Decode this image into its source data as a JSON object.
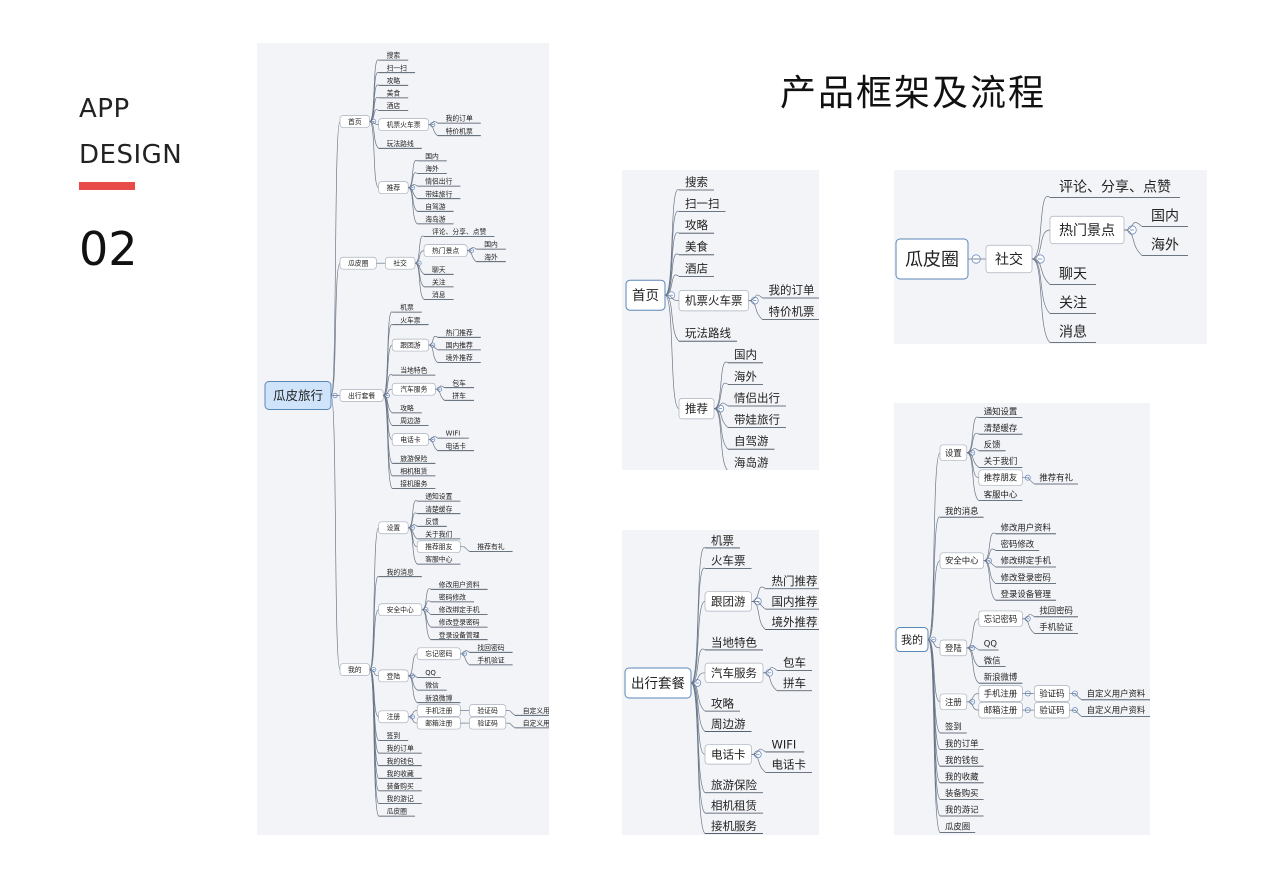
{
  "side": {
    "line1": "APP",
    "line2": "DESIGN",
    "number": "02",
    "accent_color": "#e94b4b"
  },
  "heading": "产品框架及流程",
  "colors": {
    "panel_bg": "#f3f4f7",
    "line": "#6b7788",
    "collapse": "#6e8fc2",
    "root_fill": "#cfe4fa"
  },
  "mindmaps": [
    {
      "id": "full",
      "root": {
        "label": "瓜皮旅行",
        "children": [
          {
            "label": "首页",
            "children": [
              {
                "label": "搜索"
              },
              {
                "label": "扫一扫"
              },
              {
                "label": "攻略"
              },
              {
                "label": "美食"
              },
              {
                "label": "酒店"
              },
              {
                "label": "机票火车票",
                "children": [
                  {
                    "label": "我的订单"
                  },
                  {
                    "label": "特价机票"
                  }
                ]
              },
              {
                "label": "玩法路线"
              },
              {
                "label": "推荐",
                "children": [
                  {
                    "label": "国内"
                  },
                  {
                    "label": "海外"
                  },
                  {
                    "label": "情侣出行"
                  },
                  {
                    "label": "带娃旅行"
                  },
                  {
                    "label": "自驾游"
                  },
                  {
                    "label": "海岛游"
                  }
                ]
              }
            ]
          },
          {
            "label": "瓜皮圈",
            "children": [
              {
                "label": "社交",
                "children": [
                  {
                    "label": "评论、分享、点赞"
                  },
                  {
                    "label": "热门景点",
                    "children": [
                      {
                        "label": "国内"
                      },
                      {
                        "label": "海外"
                      }
                    ]
                  },
                  {
                    "label": "聊天"
                  },
                  {
                    "label": "关注"
                  },
                  {
                    "label": "消息"
                  }
                ]
              }
            ]
          },
          {
            "label": "出行套餐",
            "children": [
              {
                "label": "机票"
              },
              {
                "label": "火车票"
              },
              {
                "label": "跟团游",
                "children": [
                  {
                    "label": "热门推荐"
                  },
                  {
                    "label": "国内推荐"
                  },
                  {
                    "label": "境外推荐"
                  }
                ]
              },
              {
                "label": "当地特色"
              },
              {
                "label": "汽车服务",
                "children": [
                  {
                    "label": "包车"
                  },
                  {
                    "label": "拼车"
                  }
                ]
              },
              {
                "label": "攻略"
              },
              {
                "label": "周边游"
              },
              {
                "label": "电话卡",
                "children": [
                  {
                    "label": "WIFI"
                  },
                  {
                    "label": "电话卡"
                  }
                ]
              },
              {
                "label": "旅游保险"
              },
              {
                "label": "相机租赁"
              },
              {
                "label": "接机服务"
              }
            ]
          },
          {
            "label": "我的",
            "children": [
              {
                "label": "设置",
                "children": [
                  {
                    "label": "通知设置"
                  },
                  {
                    "label": "清楚缓存"
                  },
                  {
                    "label": "反馈"
                  },
                  {
                    "label": "关于我们"
                  },
                  {
                    "label": "推荐朋友",
                    "children": [
                      {
                        "label": "推荐有礼"
                      }
                    ]
                  },
                  {
                    "label": "客服中心"
                  }
                ]
              },
              {
                "label": "我的消息"
              },
              {
                "label": "安全中心",
                "children": [
                  {
                    "label": "修改用户资料"
                  },
                  {
                    "label": "密码修改"
                  },
                  {
                    "label": "修改绑定手机"
                  },
                  {
                    "label": "修改登录密码"
                  },
                  {
                    "label": "登录设备管理"
                  }
                ]
              },
              {
                "label": "登陆",
                "children": [
                  {
                    "label": "忘记密码",
                    "children": [
                      {
                        "label": "找回密码"
                      },
                      {
                        "label": "手机验证"
                      }
                    ]
                  },
                  {
                    "label": "QQ"
                  },
                  {
                    "label": "微信"
                  },
                  {
                    "label": "新浪微博"
                  }
                ]
              },
              {
                "label": "注册",
                "children": [
                  {
                    "label": "手机注册",
                    "children": [
                      {
                        "label": "验证码",
                        "children": [
                          {
                            "label": "自定义用户资料"
                          }
                        ]
                      }
                    ]
                  },
                  {
                    "label": "邮箱注册",
                    "children": [
                      {
                        "label": "验证码",
                        "children": [
                          {
                            "label": "自定义用户资料"
                          }
                        ]
                      }
                    ]
                  }
                ]
              },
              {
                "label": "签到"
              },
              {
                "label": "我的订单"
              },
              {
                "label": "我的钱包"
              },
              {
                "label": "我的收藏"
              },
              {
                "label": "装备购买"
              },
              {
                "label": "我的游记"
              },
              {
                "label": "瓜皮圈"
              }
            ]
          }
        ]
      }
    },
    {
      "id": "home",
      "root": {
        "label": "首页",
        "children": [
          {
            "label": "搜索"
          },
          {
            "label": "扫一扫"
          },
          {
            "label": "攻略"
          },
          {
            "label": "美食"
          },
          {
            "label": "酒店"
          },
          {
            "label": "机票火车票",
            "children": [
              {
                "label": "我的订单"
              },
              {
                "label": "特价机票"
              }
            ]
          },
          {
            "label": "玩法路线"
          },
          {
            "label": "推荐",
            "children": [
              {
                "label": "国内"
              },
              {
                "label": "海外"
              },
              {
                "label": "情侣出行"
              },
              {
                "label": "带娃旅行"
              },
              {
                "label": "自驾游"
              },
              {
                "label": "海岛游"
              }
            ]
          }
        ]
      }
    },
    {
      "id": "circle",
      "root": {
        "label": "瓜皮圈",
        "children": [
          {
            "label": "社交",
            "children": [
              {
                "label": "评论、分享、点赞"
              },
              {
                "label": "热门景点",
                "children": [
                  {
                    "label": "国内"
                  },
                  {
                    "label": "海外"
                  }
                ]
              },
              {
                "label": "聊天"
              },
              {
                "label": "关注"
              },
              {
                "label": "消息"
              }
            ]
          }
        ]
      }
    },
    {
      "id": "travel",
      "root": {
        "label": "出行套餐",
        "children": [
          {
            "label": "机票"
          },
          {
            "label": "火车票"
          },
          {
            "label": "跟团游",
            "children": [
              {
                "label": "热门推荐"
              },
              {
                "label": "国内推荐"
              },
              {
                "label": "境外推荐"
              }
            ]
          },
          {
            "label": "当地特色"
          },
          {
            "label": "汽车服务",
            "children": [
              {
                "label": "包车"
              },
              {
                "label": "拼车"
              }
            ]
          },
          {
            "label": "攻略"
          },
          {
            "label": "周边游"
          },
          {
            "label": "电话卡",
            "children": [
              {
                "label": "WIFI"
              },
              {
                "label": "电话卡"
              }
            ]
          },
          {
            "label": "旅游保险"
          },
          {
            "label": "相机租赁"
          },
          {
            "label": "接机服务"
          }
        ]
      }
    },
    {
      "id": "mine",
      "root": {
        "label": "我的",
        "children": [
          {
            "label": "设置",
            "children": [
              {
                "label": "通知设置"
              },
              {
                "label": "清楚缓存"
              },
              {
                "label": "反馈"
              },
              {
                "label": "关于我们"
              },
              {
                "label": "推荐朋友",
                "children": [
                  {
                    "label": "推荐有礼"
                  }
                ]
              },
              {
                "label": "客服中心"
              }
            ]
          },
          {
            "label": "我的消息"
          },
          {
            "label": "安全中心",
            "children": [
              {
                "label": "修改用户资料"
              },
              {
                "label": "密码修改"
              },
              {
                "label": "修改绑定手机"
              },
              {
                "label": "修改登录密码"
              },
              {
                "label": "登录设备管理"
              }
            ]
          },
          {
            "label": "登陆",
            "children": [
              {
                "label": "忘记密码",
                "children": [
                  {
                    "label": "找回密码"
                  },
                  {
                    "label": "手机验证"
                  }
                ]
              },
              {
                "label": "QQ"
              },
              {
                "label": "微信"
              },
              {
                "label": "新浪微博"
              }
            ]
          },
          {
            "label": "注册",
            "children": [
              {
                "label": "手机注册",
                "children": [
                  {
                    "label": "验证码",
                    "children": [
                      {
                        "label": "自定义用户资料"
                      }
                    ]
                  }
                ]
              },
              {
                "label": "邮箱注册",
                "children": [
                  {
                    "label": "验证码",
                    "children": [
                      {
                        "label": "自定义用户资料"
                      }
                    ]
                  }
                ]
              }
            ]
          },
          {
            "label": "签到"
          },
          {
            "label": "我的订单"
          },
          {
            "label": "我的钱包"
          },
          {
            "label": "我的收藏"
          },
          {
            "label": "装备购买"
          },
          {
            "label": "我的游记"
          },
          {
            "label": "瓜皮圈"
          }
        ]
      }
    }
  ]
}
